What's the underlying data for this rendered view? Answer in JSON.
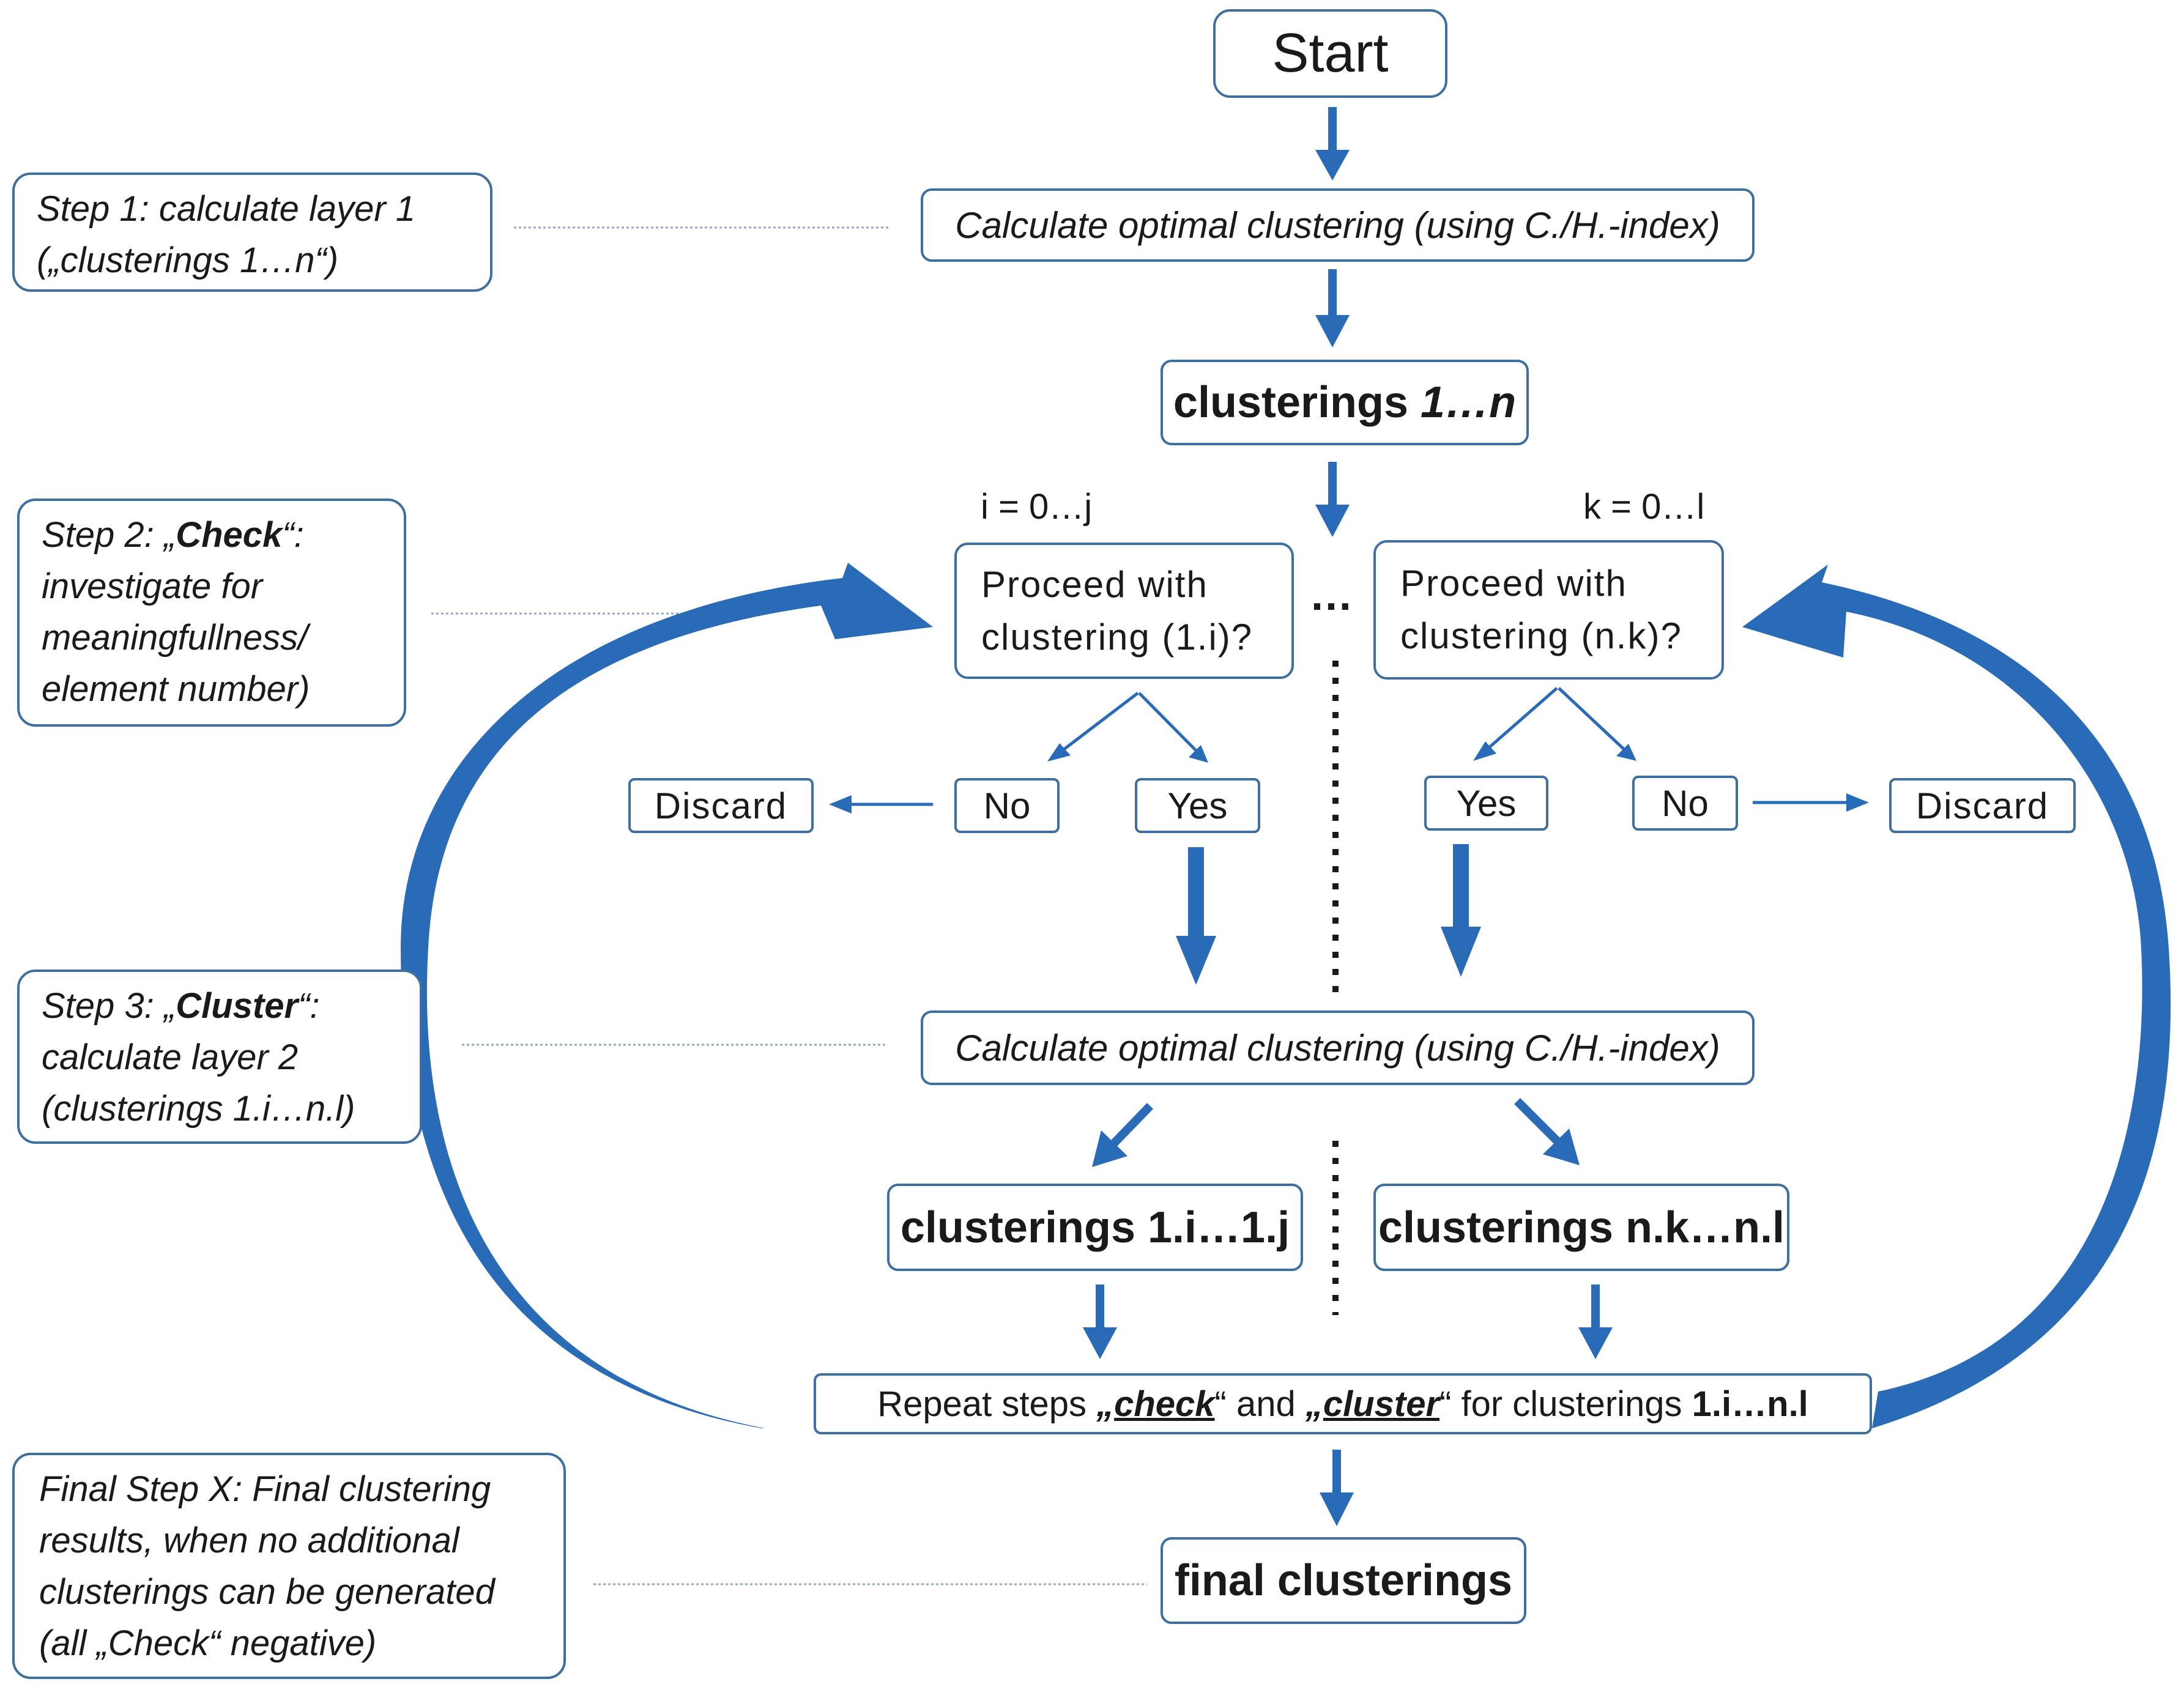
{
  "nodes": {
    "start": "Start",
    "calc_top": "Calculate optimal clustering (using C./H.-index)",
    "clusterings_1n": {
      "prefix": "clusterings ",
      "range": "1…n"
    },
    "proceed_left": {
      "line1": "Proceed with",
      "line2": "clustering (1.i)?"
    },
    "proceed_right": {
      "line1": "Proceed with",
      "line2": "clustering (n.k)?"
    },
    "ellipsis": "…",
    "no": "No",
    "yes": "Yes",
    "discard": "Discard",
    "calc_mid": "Calculate optimal clustering (using C./H.-index)",
    "clusterings_left": "clusterings 1.i…1.j",
    "clusterings_right": "clusterings n.k…n.l",
    "repeat": {
      "p1": "Repeat steps ",
      "q1": "„",
      "check": "check",
      "q2": "“ and ",
      "q3": "„",
      "cluster": "cluster",
      "q4": "“ for clusterings ",
      "range": "1.i…n.l"
    },
    "final": "final clusterings"
  },
  "labels": {
    "i_range": "i = 0…j",
    "k_range": "k = 0…l"
  },
  "notes": {
    "step1": {
      "line1": "Step 1: calculate layer 1",
      "line2": "(„clusterings 1…n“)"
    },
    "step2": {
      "l1_pre": "Step 2: „",
      "l1_bold": "Check",
      "l1_post": "“:",
      "line2": "investigate for",
      "line3": "meaningfullness/",
      "line4": "element number)"
    },
    "step3": {
      "l1_pre": "Step 3: „",
      "l1_bold": "Cluster",
      "l1_post": "“:",
      "line2": "calculate layer 2",
      "line3": "(clusterings 1.i…n.l)"
    },
    "final": {
      "line1": "Final Step X: Final clustering",
      "line2": "results, when no additional",
      "line3": "clusterings can be generated",
      "line4": "(all „Check“ negative)"
    }
  },
  "colors": {
    "arrow": "#2a6bb8",
    "box_border": "#3f6f9e",
    "connector": "#8fa9c9"
  }
}
